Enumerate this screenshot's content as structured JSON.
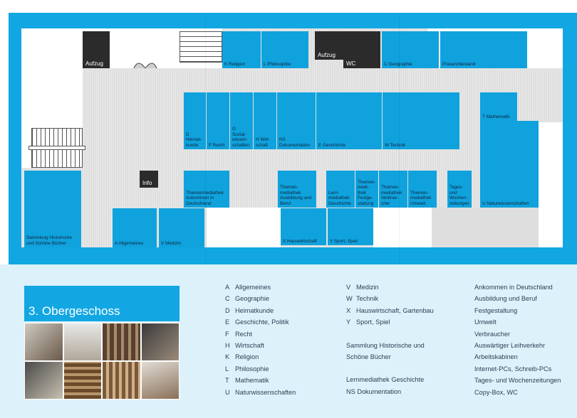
{
  "map": {
    "rooms": {
      "aufzug1": "Aufzug",
      "aufzug2": "Aufzug",
      "wc": "WC",
      "info": "Info",
      "k": "K Religion",
      "l": "L Philosophie",
      "c": "C Geographie",
      "praesenz": "Präsenzbestand",
      "d": "D Heimat-kunde",
      "f": "F Recht",
      "g": "G Sozial-wissen-schaften",
      "h": "H Wirt-schaft",
      "ns": "NS Dokumentation",
      "e": "E Geschichte",
      "w": "W Technik",
      "t": "T Mathematik",
      "them_ankommen": "Themenmediathek Ankommen in Deutschland",
      "them_ausbildung": "Themen-mediathek Ausbildung und Beruf",
      "lern_geschichte": "Lern-mediathek Geschichte",
      "them_fest": "Themen-medi-thek Festge-staltung",
      "them_verbraucher": "Themen-mediathek Verbrau-cher",
      "them_umwelt": "Themen-mediathek Umwelt",
      "tages": "Tages- und Wochen-zeitungen",
      "u": "U Naturwissenschaften",
      "sammlung": "Sammlung Historische und Schöne Bücher",
      "a": "A Allgemeines",
      "v": "V Medizin",
      "x": "X Hauswirtschaft",
      "y": "Y Sport, Spiel"
    }
  },
  "floor_title": "3. Obergeschoss",
  "legend": {
    "col1": [
      {
        "letter": "A",
        "text": "Allgemeines"
      },
      {
        "letter": "C",
        "text": "Geographie"
      },
      {
        "letter": "D",
        "text": "Heimatkunde"
      },
      {
        "letter": "E",
        "text": "Geschichte, Politik"
      },
      {
        "letter": "F",
        "text": "Recht"
      },
      {
        "letter": "H",
        "text": "Wirtschaft"
      },
      {
        "letter": "K",
        "text": "Religion"
      },
      {
        "letter": "L",
        "text": "Philosophie"
      },
      {
        "letter": "T",
        "text": "Mathematik"
      },
      {
        "letter": "U",
        "text": "Naturwissenschaften"
      }
    ],
    "col2": [
      {
        "letter": "V",
        "text": "Medizin"
      },
      {
        "letter": "W",
        "text": "Technik"
      },
      {
        "letter": "X",
        "text": "Hauswirtschaft, Gartenbau"
      },
      {
        "letter": "Y",
        "text": "Sport, Spiel"
      }
    ],
    "col2_extra": [
      "Sammlung Historische und",
      "Schöne Bücher",
      "Lernmediathek Geschichte",
      "NS Dokumentation"
    ],
    "col3": [
      "Ankommen in Deutschland",
      "Ausbildung und Beruf",
      "Festgestaltung",
      "Umwelt",
      "Verbraucher",
      "Auswärtiger Leihverkehr",
      "Arbeitskabinen",
      "Internet-PCs, Schreib-PCs",
      "Tages- und Wochenzeitungen",
      "Copy-Box, WC"
    ]
  },
  "colors": {
    "accent": "#12a7e2",
    "light": "#ddf1fb",
    "text": "#2c3e50"
  }
}
